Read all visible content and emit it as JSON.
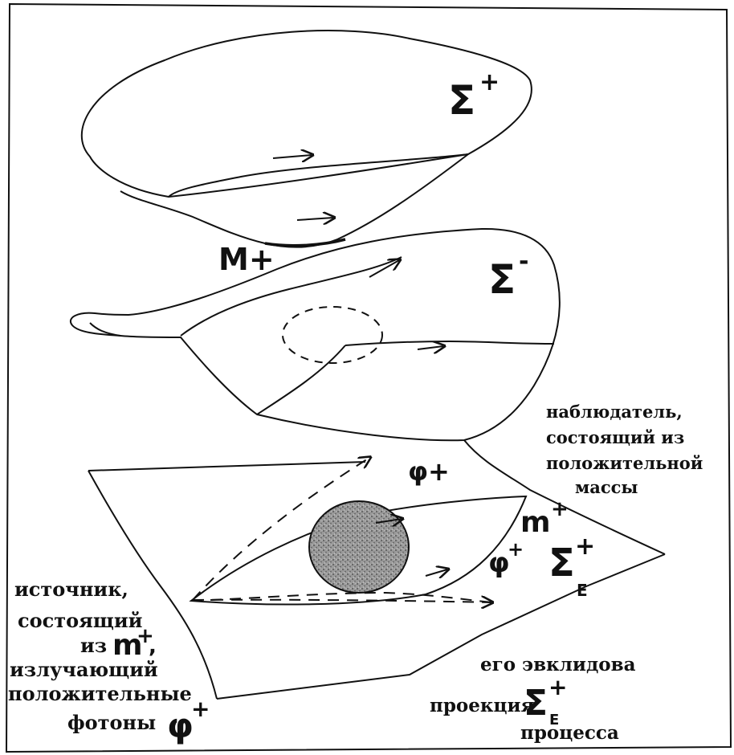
{
  "labels": {
    "sigma_plus": {
      "base": "Σ",
      "sup": "+"
    },
    "sigma_minus": {
      "base": "Σ",
      "sup": "-"
    },
    "m_plus_upper": "M+",
    "phi_plus_top": "φ+",
    "m_plus_lower": {
      "base": "m",
      "sup": "+"
    },
    "phi_plus_lower": {
      "base": "φ",
      "sup": "+"
    },
    "sigma_e_plus": {
      "base": "Σ",
      "sup": "+",
      "sub": "E"
    }
  },
  "observer_text": [
    "наблюдатель,",
    "состоящий из",
    "положительной",
    "массы"
  ],
  "source_text": {
    "line1": "источник,",
    "line2": "состоящий",
    "line3_prefix": "из",
    "line3_symbol": "m",
    "line3_sup": "+",
    "line3_suffix": ",",
    "line4": "излучающий",
    "line5": "положительные",
    "line6_prefix": "фотоны",
    "line6_symbol": "φ",
    "line6_sup": "+"
  },
  "projection_text": {
    "line1": "его эвклидова",
    "line2_prefix": "проекция",
    "line2_symbol": "Σ",
    "line2_sup": "+",
    "line2_sub": "E",
    "line3": "процесса"
  }
}
